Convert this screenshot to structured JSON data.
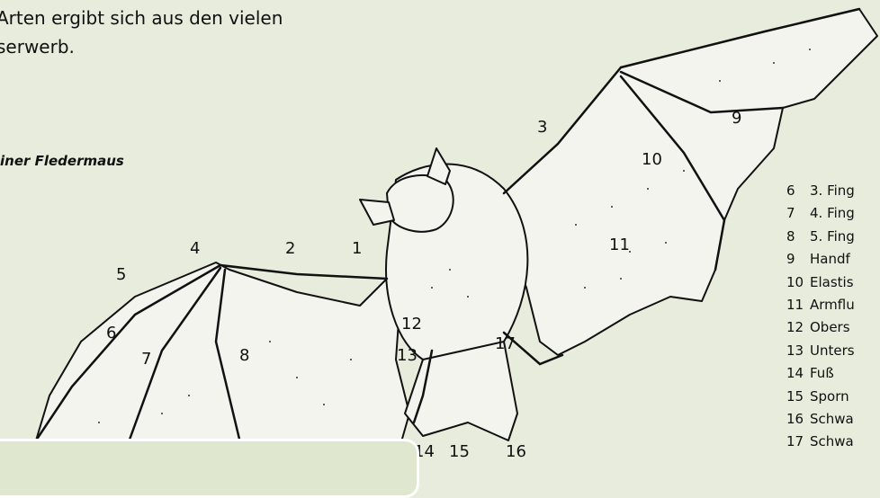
{
  "intro_text": {
    "line1": "Arten ergibt sich aus den vielen",
    "line2": "serwerb."
  },
  "figure_caption": "iner Fledermaus",
  "figure_numbers": [
    "1",
    "2",
    "3",
    "4",
    "5",
    "6",
    "7",
    "8",
    "9",
    "10",
    "11",
    "12",
    "13",
    "14",
    "15",
    "16",
    "17"
  ],
  "legend": [
    {
      "num": "6",
      "label": "3. Fing"
    },
    {
      "num": "7",
      "label": "4. Fing"
    },
    {
      "num": "8",
      "label": "5. Fing"
    },
    {
      "num": "9",
      "label": "Handf"
    },
    {
      "num": "10",
      "label": "Elastis"
    },
    {
      "num": "11",
      "label": "Armflu"
    },
    {
      "num": "12",
      "label": "Obers"
    },
    {
      "num": "13",
      "label": "Unters"
    },
    {
      "num": "14",
      "label": "Fuß"
    },
    {
      "num": "15",
      "label": "Sporn"
    },
    {
      "num": "16",
      "label": "Schwa"
    },
    {
      "num": "17",
      "label": "Schwa"
    }
  ],
  "colors": {
    "background": "#e7ecdc",
    "line": "#111111",
    "callout": "#dfe8cf"
  }
}
